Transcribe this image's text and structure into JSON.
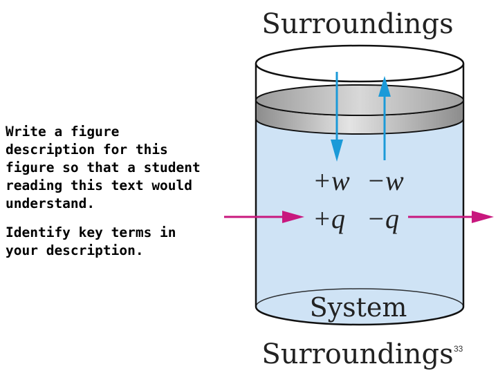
{
  "prompt": {
    "paragraph1": "Write a figure description for this figure so that a student reading this text would understand.",
    "paragraph2": "Identify key terms in your description."
  },
  "diagram": {
    "surroundings_top": "Surroundings",
    "surroundings_bottom": "Surroundings",
    "system_label": "System",
    "work_in": "+w",
    "work_out": "−w",
    "heat_in": "+q",
    "heat_out": "−q",
    "colors": {
      "water": "#cfe3f5",
      "work_arrows": "#1b9ad8",
      "heat_arrows": "#c8187e",
      "piston": "#b8b8b8",
      "outline": "#111111"
    },
    "icons": [
      "arrow-down-icon",
      "arrow-up-icon",
      "arrow-right-icon"
    ]
  },
  "page_number": "33"
}
